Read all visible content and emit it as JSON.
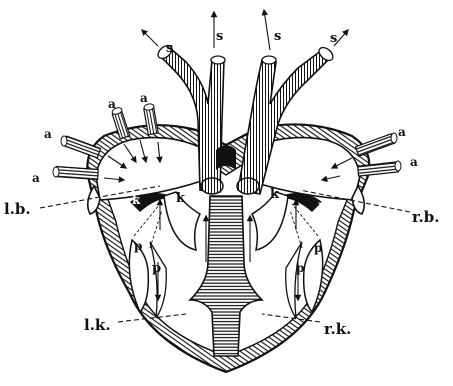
{
  "diagram": {
    "labels": {
      "s": "s",
      "a": "a",
      "lb": "l.b.",
      "rb": "r.b.",
      "k": "k",
      "p": "p",
      "lk": "l.k.",
      "rk": "r.k."
    },
    "colors": {
      "ink": "#111111",
      "paper": "#ffffff"
    }
  }
}
